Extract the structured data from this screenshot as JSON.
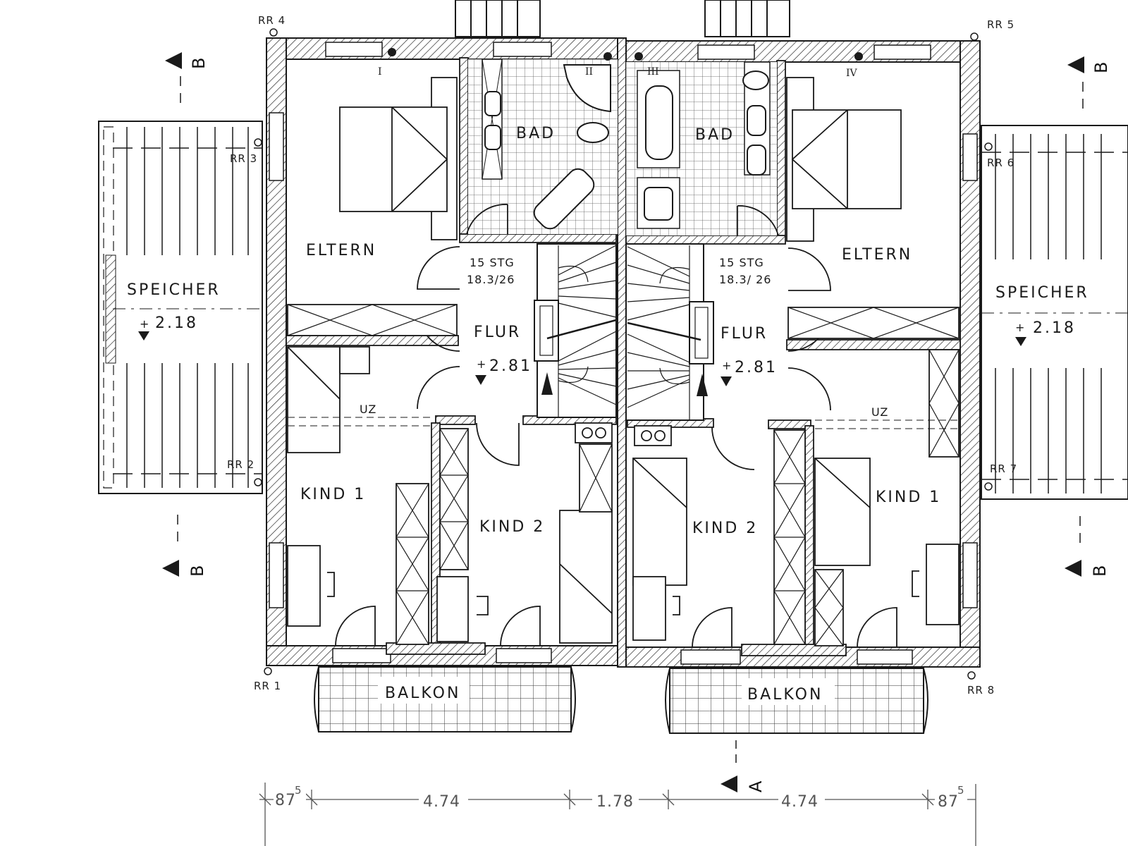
{
  "colors": {
    "ink": "#1a1a1a",
    "paper": "#ffffff",
    "grey": "#555555"
  },
  "left": {
    "eltern": "ELTERN",
    "bad": "BAD",
    "flur": "FLUR",
    "stairs_count": "15 STG",
    "stairs_ratio": "18.3/26",
    "flur_level": "2.81",
    "kind1": "KIND 1",
    "kind2": "KIND 2",
    "uz": "UZ",
    "balkon": "BALKON",
    "speicher": "SPEICHER",
    "speicher_level": "2.18"
  },
  "right": {
    "eltern": "ELTERN",
    "bad": "BAD",
    "flur": "FLUR",
    "stairs_count": "15 STG",
    "stairs_ratio": "18.3/ 26",
    "flur_level": "2.81",
    "kind1": "KIND 1",
    "kind2": "KIND 2",
    "uz": "UZ",
    "balkon": "BALKON",
    "speicher": "SPEICHER",
    "speicher_level": "2.18"
  },
  "roof_points": [
    "RR 1",
    "RR 2",
    "RR 3",
    "RR 4",
    "RR 5",
    "RR 6",
    "RR 7",
    "RR 8"
  ],
  "roman": [
    "I",
    "II",
    "III",
    "IV"
  ],
  "sections": {
    "b": "B",
    "a": "A"
  },
  "dimensions": {
    "d1_main": "87",
    "d1_sup": "5",
    "d2": "4.74",
    "d3": "1.78",
    "d4": "4.74",
    "d5_main": "87",
    "d5_sup": "5"
  }
}
